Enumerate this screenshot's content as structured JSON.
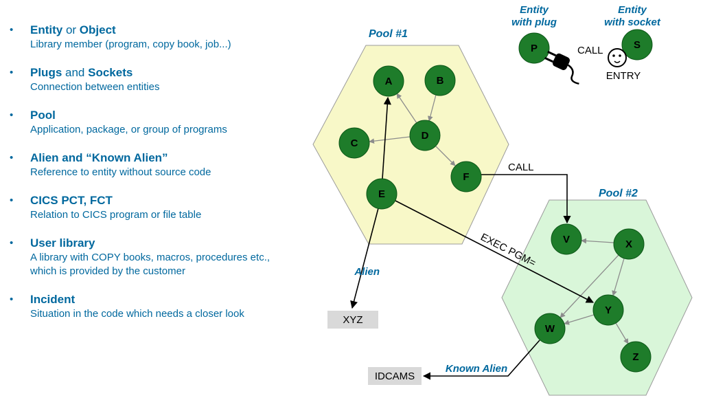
{
  "colors": {
    "blue": "#00689e",
    "green": "#1e7c2a",
    "pool1": "#f8f8c8",
    "pool2": "#d9f6d9",
    "graybox": "#d9d9d9"
  },
  "glyphs": {
    "bullet": "•"
  },
  "glossary": [
    {
      "b1": "Entity",
      "mid": " or ",
      "b2": "Object",
      "desc": "Library member (program, copy book, job...)"
    },
    {
      "b1": "Plugs",
      "mid": " and ",
      "b2": "Sockets",
      "desc": "Connection between entities"
    },
    {
      "b1": "Pool",
      "mid": "",
      "b2": "",
      "desc": "Application, package, or group of programs"
    },
    {
      "b1": "Alien and “Known Alien”",
      "mid": "",
      "b2": "",
      "desc": "Reference to entity without source code"
    },
    {
      "b1": "CICS PCT, FCT",
      "mid": "",
      "b2": "",
      "desc": "Relation to CICS program or file table"
    },
    {
      "b1": "User library",
      "mid": "",
      "b2": "",
      "desc": "A library with COPY books, macros, procedures etc., which is provided by the customer"
    },
    {
      "b1": "Incident",
      "mid": "",
      "b2": "",
      "desc": "Situation in the code which needs a closer look"
    }
  ],
  "diagram": {
    "pool1": {
      "title": "Pool #1",
      "nodes": {
        "a": "A",
        "b": "B",
        "c": "C",
        "d": "D",
        "e": "E",
        "f": "F"
      }
    },
    "pool2": {
      "title": "Pool #2",
      "nodes": {
        "v": "V",
        "x": "X",
        "y": "Y",
        "w": "W",
        "z": "Z"
      }
    },
    "legend": {
      "plug": {
        "line1": "Entity",
        "line2": "with plug",
        "node": "P",
        "label": "CALL"
      },
      "socket": {
        "line1": "Entity",
        "line2": "with socket",
        "node": "S",
        "label": "ENTRY"
      }
    },
    "edges": {
      "call": "CALL",
      "exec": "EXEC PGM="
    },
    "alien": {
      "label": "Alien",
      "box": "XYZ"
    },
    "known_alien": {
      "label": "Known Alien",
      "box": "IDCAMS"
    }
  }
}
